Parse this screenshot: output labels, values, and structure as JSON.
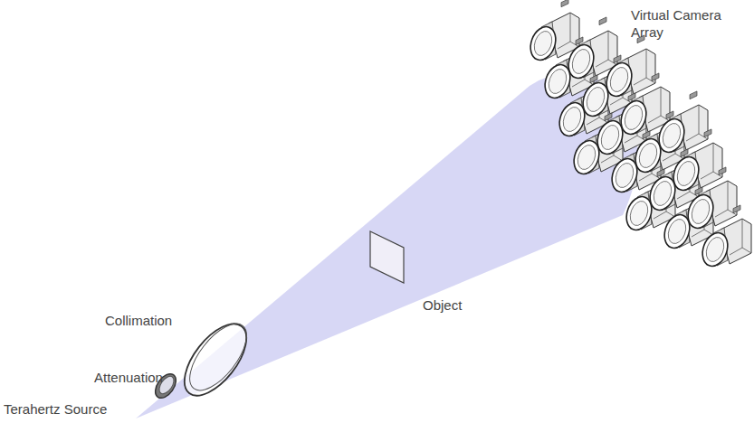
{
  "diagram": {
    "labels": [
      "Virtual Camera Array",
      "Object",
      "Collimation",
      "Attenuation",
      "Terahertz Source"
    ]
  }
}
